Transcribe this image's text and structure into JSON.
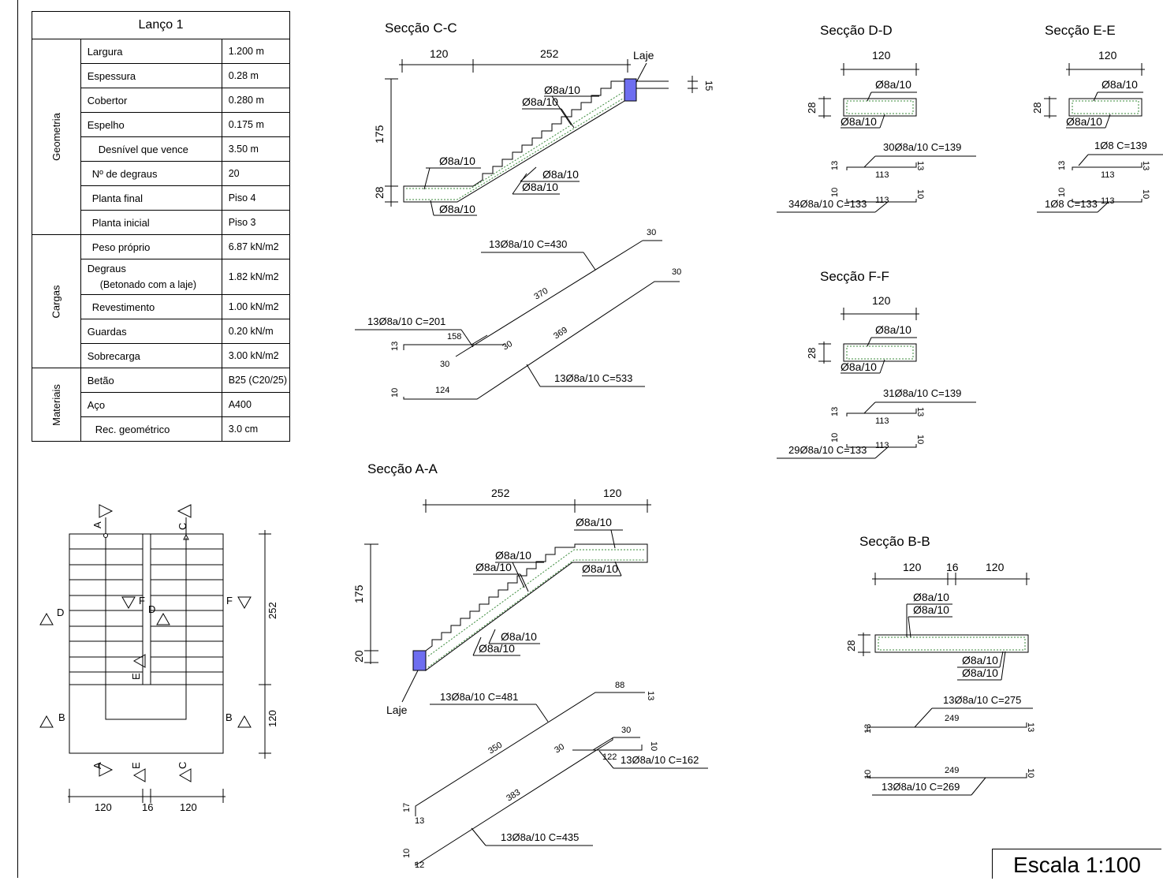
{
  "table": {
    "title": "Lanço 1",
    "groups": {
      "geometria": "Geometria",
      "cargas": "Cargas",
      "materiais": "Materiais"
    },
    "rows": [
      {
        "label": "Largura",
        "value": "1.200 m"
      },
      {
        "label": "Espessura",
        "value": "0.28 m"
      },
      {
        "label": "Cobertor",
        "value": "0.280 m"
      },
      {
        "label": "Espelho",
        "value": "0.175 m"
      },
      {
        "label": "Desnível que vence",
        "value": "3.50 m"
      },
      {
        "label": "Nº de degraus",
        "value": "20"
      },
      {
        "label": "Planta final",
        "value": "Piso 4"
      },
      {
        "label": "Planta inicial",
        "value": "Piso 3"
      },
      {
        "label": "Peso próprio",
        "value": "6.87 kN/m2"
      },
      {
        "label": "Degraus",
        "label2": "(Betonado com a laje)",
        "value": "1.82 kN/m2"
      },
      {
        "label": "Revestimento",
        "value": "1.00 kN/m2"
      },
      {
        "label": "Guardas",
        "value": "0.20 kN/m"
      },
      {
        "label": "Sobrecarga",
        "value": "3.00 kN/m2"
      },
      {
        "label": "Betão",
        "value": "B25 (C20/25)"
      },
      {
        "label": "Aço",
        "value": "A400"
      },
      {
        "label": "Rec. geométrico",
        "value": "3.0 cm"
      }
    ]
  },
  "sections": {
    "cc": {
      "title": "Secção C-C",
      "dim_a": "120",
      "dim_b": "252",
      "laje": "Laje",
      "h1": "175",
      "h2": "28",
      "top_dim": "15",
      "bar1": "Ø8a/10",
      "bar2": "Ø8a/10",
      "bar3": "Ø8a/10",
      "bar4": "Ø8a/10",
      "bar5": "Ø8a/10",
      "bar6": "Ø8a/10",
      "r1": "13Ø8a/10 C=430",
      "r1_len": "370",
      "r1_end": "30",
      "r2": "13Ø8a/10 C=201",
      "r2_a": "158",
      "r2_b": "30",
      "r2_c": "30",
      "r2_h": "13",
      "r3": "13Ø8a/10 C=533",
      "r3_len": "369",
      "r3_end": "30",
      "r3_a": "124",
      "r3_h": "10"
    },
    "aa": {
      "title": "Secção A-A",
      "dim_a": "252",
      "dim_b": "120",
      "laje": "Laje",
      "h1": "175",
      "h2": "20",
      "bar1": "Ø8a/10",
      "bar2": "Ø8a/10",
      "bar3": "Ø8a/10",
      "bar4": "Ø8a/10",
      "bar5": "Ø8a/10",
      "bar6": "Ø8a/10",
      "r1": "13Ø8a/10 C=481",
      "r1_len": "350",
      "r1_end": "88",
      "r1_e2": "13",
      "r1_h": "17",
      "r1_b": "13",
      "r2": "13Ø8a/10 C=162",
      "r2_a": "122",
      "r2_b": "30",
      "r2_c": "30",
      "r2_h": "10",
      "r3": "13Ø8a/10 C=435",
      "r3_len": "383",
      "r3_h": "10",
      "r3_b": "12"
    },
    "dd": {
      "title": "Secção D-D",
      "dim": "120",
      "h": "28",
      "bar_top": "Ø8a/10",
      "bar_bot": "Ø8a/10",
      "r1": "30Ø8a/10 C=139",
      "r1_a": "113",
      "r1_h1": "13",
      "r1_h2": "13",
      "r2": "34Ø8a/10 C=133",
      "r2_a": "113",
      "r2_h1": "10",
      "r2_h2": "10"
    },
    "ee": {
      "title": "Secção E-E",
      "dim": "120",
      "h": "28",
      "bar_top": "Ø8a/10",
      "bar_bot": "Ø8a/10",
      "r1": "1Ø8 C=139",
      "r1_a": "113",
      "r1_h1": "13",
      "r1_h2": "13",
      "r2": "1Ø8 C=133",
      "r2_a": "113",
      "r2_h1": "10",
      "r2_h2": "10"
    },
    "ff": {
      "title": "Secção F-F",
      "dim": "120",
      "h": "28",
      "bar_top": "Ø8a/10",
      "bar_bot": "Ø8a/10",
      "r1": "31Ø8a/10 C=139",
      "r1_a": "113",
      "r1_h1": "13",
      "r1_h2": "13",
      "r2": "29Ø8a/10 C=133",
      "r2_a": "113",
      "r2_h1": "10",
      "r2_h2": "10"
    },
    "bb": {
      "title": "Secção B-B",
      "dim_a": "120",
      "dim_b": "16",
      "dim_c": "120",
      "h": "28",
      "bar1": "Ø8a/10",
      "bar2": "Ø8a/10",
      "bar3": "Ø8a/10",
      "bar4": "Ø8a/10",
      "r1": "13Ø8a/10 C=275",
      "r1_a": "249",
      "r1_h1": "13",
      "r1_h2": "13",
      "r2": "13Ø8a/10 C=269",
      "r2_a": "249",
      "r2_h1": "10",
      "r2_h2": "10"
    }
  },
  "plan": {
    "a": "A",
    "b": "B",
    "c": "C",
    "d": "D",
    "e": "E",
    "f": "F",
    "dim_w1": "120",
    "dim_w2": "16",
    "dim_w3": "120",
    "dim_h1": "252",
    "dim_h2": "120"
  },
  "scale": "Escala 1:100",
  "colors": {
    "laje": "#6e6ef0",
    "rebar": "#3a8a3a"
  }
}
